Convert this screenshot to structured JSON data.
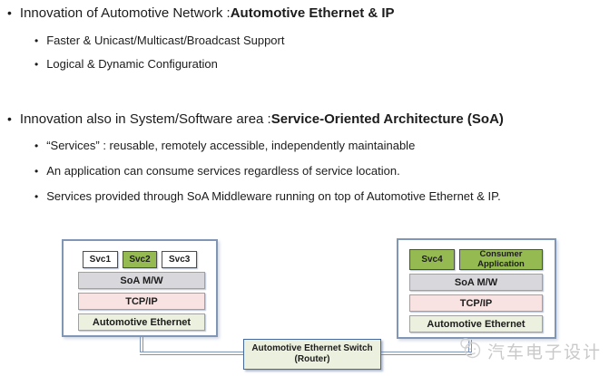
{
  "slide": {
    "bullets": [
      {
        "text": "Innovation of Automotive Network : ",
        "bold": "Automotive Ethernet & IP"
      },
      {
        "text": "Faster & Unicast/Multicast/Broadcast Support"
      },
      {
        "text": "Logical & Dynamic Configuration"
      },
      {
        "text": "Innovation also in System/Software area : ",
        "bold": "Service-Oriented Architecture (SoA)"
      },
      {
        "text": "“Services” : reusable, remotely accessible, independently maintainable"
      },
      {
        "text": "An application can consume services regardless of service location."
      },
      {
        "text": "Services provided through SoA Middleware running on top of Automotive Ethernet & IP."
      }
    ]
  },
  "diagram": {
    "left_stack": {
      "services": [
        {
          "label": "Svc1",
          "highlighted": false
        },
        {
          "label": "Svc2",
          "highlighted": true
        },
        {
          "label": "Svc3",
          "highlighted": false
        }
      ],
      "layers": [
        "SoA M/W",
        "TCP/IP",
        "Automotive Ethernet"
      ]
    },
    "right_stack": {
      "services": [
        {
          "label": "Svc4",
          "highlighted": true
        },
        {
          "label": "Consumer Application",
          "highlighted": true
        }
      ],
      "layers": [
        "SoA M/W",
        "TCP/IP",
        "Automotive Ethernet"
      ]
    },
    "switch_box": {
      "line1": "Automotive Ethernet Switch",
      "line2": "(Router)"
    },
    "colors": {
      "service_green": "#96ba52",
      "soa_gray": "#d8d7dc",
      "tcp_pink": "#f8e3e2",
      "ethernet_green": "#ecf1df",
      "connector_blue": "#7f95b6",
      "stack_border": "#8096b4",
      "switch_border": "#46699b",
      "box_border_dark": "#4d4d4d",
      "layer_border": "#a0a0a0",
      "text_dark": "#1c1c1c"
    }
  },
  "watermark": {
    "icon": "wechat-logo-icon",
    "label": "汽车电子设计",
    "color": "#c9c9c9"
  }
}
